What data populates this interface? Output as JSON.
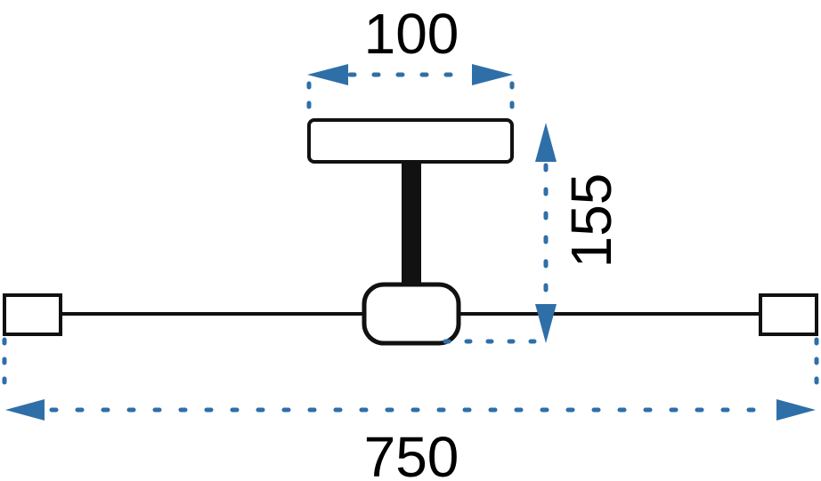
{
  "diagram": {
    "dimensions": {
      "canopy_width": "100",
      "drop_height": "155",
      "total_width": "750"
    },
    "colors": {
      "outline": "#111111",
      "dimension_line": "#2f6fa8",
      "background": "#ffffff"
    }
  }
}
